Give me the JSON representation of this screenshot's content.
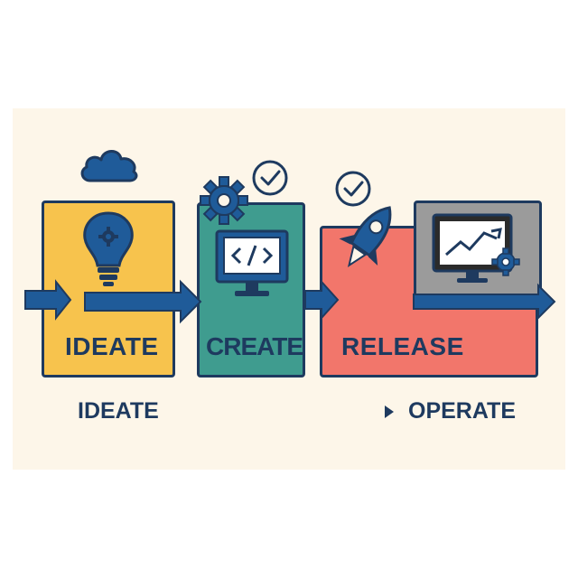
{
  "stages": [
    {
      "label": "IDEATE",
      "color": "#f7c34d"
    },
    {
      "label": "CREATE",
      "color": "#3f9c8f"
    },
    {
      "label": "RELEASE",
      "color": "#f2766b"
    },
    {
      "label": "",
      "color": "#9b9b9b"
    }
  ],
  "footer": {
    "left_label": "IDEATE",
    "right_label": "OPERATE"
  },
  "colors": {
    "outline": "#1e3a5f",
    "accent_blue": "#1f5b99",
    "background": "#fdf6e9"
  },
  "icons": [
    "cloud-icon",
    "lightbulb-icon",
    "gear-icon",
    "check-circle-icon",
    "code-monitor-icon",
    "rocket-icon",
    "chart-monitor-icon"
  ]
}
